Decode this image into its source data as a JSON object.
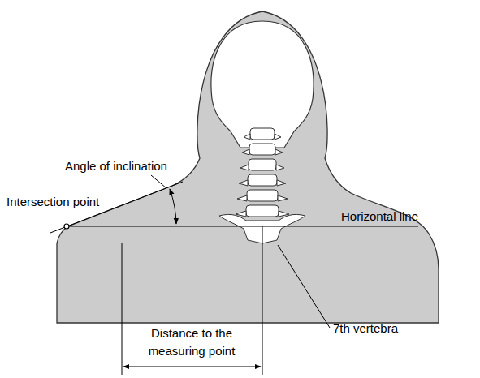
{
  "diagram": {
    "labels": [
      "Angle of inclination",
      "Intersection point",
      "Horizontal line",
      "Distance to the measuring point",
      "7th vertebra"
    ]
  }
}
